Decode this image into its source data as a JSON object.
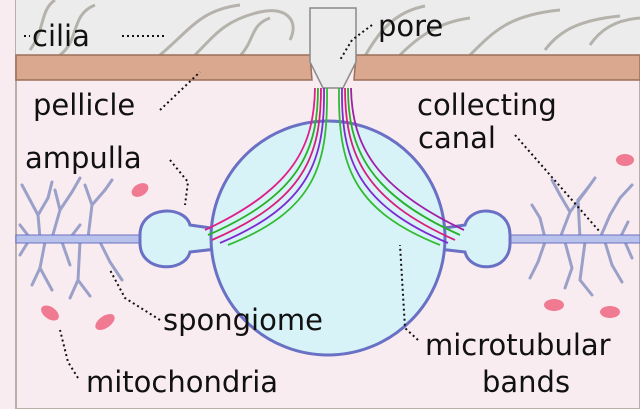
{
  "labels": {
    "cilia": "cilia",
    "pore": "pore",
    "pellicle": "pellicle",
    "collecting_line1": "collecting",
    "collecting_line2": "canal",
    "ampulla": "ampulla",
    "spongiome": "spongiome",
    "microtubular_line1": "microtubular",
    "microtubular_line2": "bands",
    "mitochondria": "mitochondria"
  },
  "colors": {
    "cytoplasm": "#f8ecf0",
    "cilia_layer": "#ececec",
    "pellicle": "#d9a88f",
    "vacuole_fill": "#d8f3f8",
    "vacuole_outline": "#6a70c4",
    "spongiome": "#9aa0c8",
    "mitochondria": "#f07a92",
    "microtubules": [
      "#2ab02a",
      "#d81f7c",
      "#7b2bd1",
      "#e0208a",
      "#33bb33",
      "#a01fa8"
    ]
  }
}
